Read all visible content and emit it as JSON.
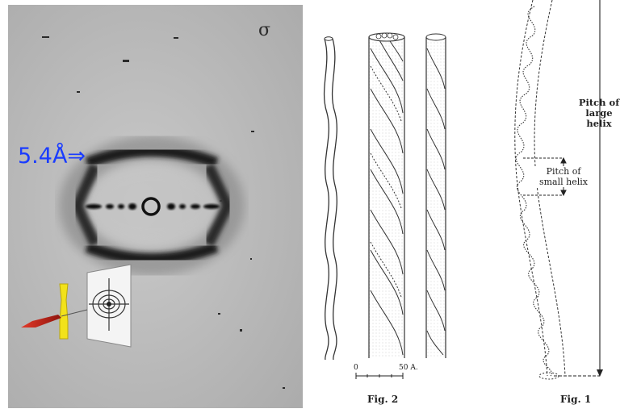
{
  "xray_panel": {
    "corner_mark": "σ",
    "spacing_annotation": "5.4Å⇒"
  },
  "fig2": {
    "caption": "Fig. 2",
    "scale_start": "0",
    "scale_end": "50 A."
  },
  "fig1": {
    "caption": "Fig. 1",
    "large_helix_label": [
      "Pitch of",
      "large",
      "helix"
    ],
    "small_helix_label": [
      "Pitch of",
      "small helix"
    ]
  },
  "colors": {
    "annotation": "#1a3cff",
    "film_background": "#b9b9b9",
    "sample_holder": "#f2e21a",
    "beam": "#cc2a1f"
  }
}
